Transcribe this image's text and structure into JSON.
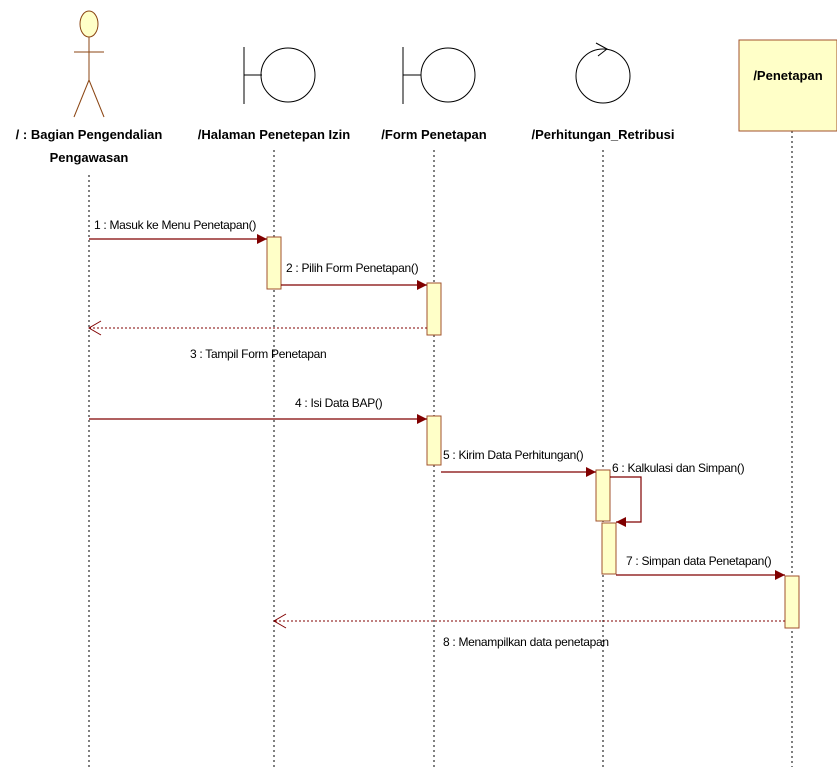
{
  "participants": [
    {
      "id": "actor",
      "kind": "actor",
      "label_lines": [
        "/ : Bagian Pengendalian",
        "Pengawasan"
      ]
    },
    {
      "id": "halaman",
      "kind": "boundary",
      "label_lines": [
        "/Halaman Penetepan Izin"
      ]
    },
    {
      "id": "form",
      "kind": "boundary",
      "label_lines": [
        "/Form Penetapan"
      ]
    },
    {
      "id": "perhitungan",
      "kind": "control",
      "label_lines": [
        "/Perhitungan_Retribusi"
      ]
    },
    {
      "id": "penetapan",
      "kind": "entity-box",
      "label_lines": [
        "/Penetapan"
      ]
    }
  ],
  "messages": [
    {
      "number": 1,
      "text": "1 : Masuk ke Menu Penetapan()",
      "from": "actor",
      "to": "halaman",
      "type": "call"
    },
    {
      "number": 2,
      "text": "2 : Pilih Form Penetapan()",
      "from": "halaman",
      "to": "form",
      "type": "call"
    },
    {
      "number": 3,
      "text": "3 : Tampil Form Penetapan",
      "from": "form",
      "to": "actor",
      "type": "return"
    },
    {
      "number": 4,
      "text": "4 : Isi Data BAP()",
      "from": "actor",
      "to": "form",
      "type": "call"
    },
    {
      "number": 5,
      "text": "5 : Kirim Data Perhitungan()",
      "from": "form",
      "to": "perhitungan",
      "type": "call"
    },
    {
      "number": 6,
      "text": "6 : Kalkulasi dan Simpan()",
      "from": "perhitungan",
      "to": "perhitungan",
      "type": "self"
    },
    {
      "number": 7,
      "text": "7 : Simpan data Penetapan()",
      "from": "perhitungan",
      "to": "penetapan",
      "type": "call"
    },
    {
      "number": 8,
      "text": "8 : Menampilkan data penetapan",
      "from": "penetapan",
      "to": "halaman",
      "type": "return"
    }
  ],
  "colors": {
    "message_line": "#800000",
    "activation_fill": "#ffffc8",
    "activation_stroke": "#a0522d",
    "entity_fill": "#ffffc8",
    "actor_head_fill": "#ffffc8"
  }
}
